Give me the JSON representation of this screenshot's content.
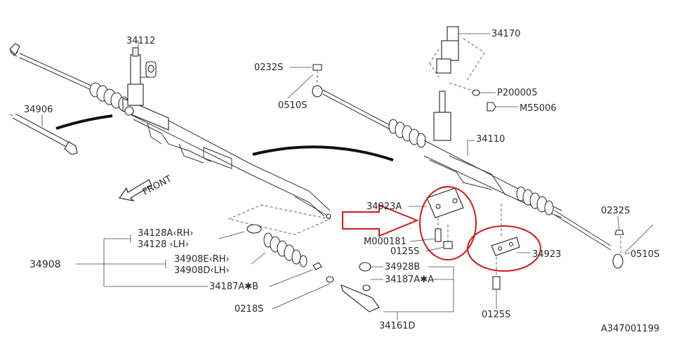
{
  "labels": {
    "p34112": "34112",
    "p34906": "34906",
    "p34170": "34170",
    "p0232s_top": "0232S",
    "p0510s_top": "0510S",
    "p200005": "P200005",
    "m55006": "M55006",
    "p34110": "34110",
    "p34923a": "34923A",
    "m000181": "M000181",
    "p0125s_mid": "0125S",
    "p34923": "34923",
    "p0125s_bot": "0125S",
    "p0232s_right": "0232S",
    "p0510s_right": "0510S",
    "p34908": "34908",
    "p34128a_rh": "34128A‹RH›",
    "p34128_lh": "34128 ‹LH›",
    "p34908e_rh": "34908E‹RH›",
    "p34908d_lh": "34908D‹LH›",
    "p34187a_b": "34187A✱B",
    "p0218s": "0218S",
    "p34928b": "34928B",
    "p34187a_a": "34187A✱A",
    "p34161d": "34161D",
    "front": "FRONT",
    "diagram_id": "A347001199"
  },
  "colors": {
    "highlight": "#d0191b",
    "ink": "#222222"
  }
}
